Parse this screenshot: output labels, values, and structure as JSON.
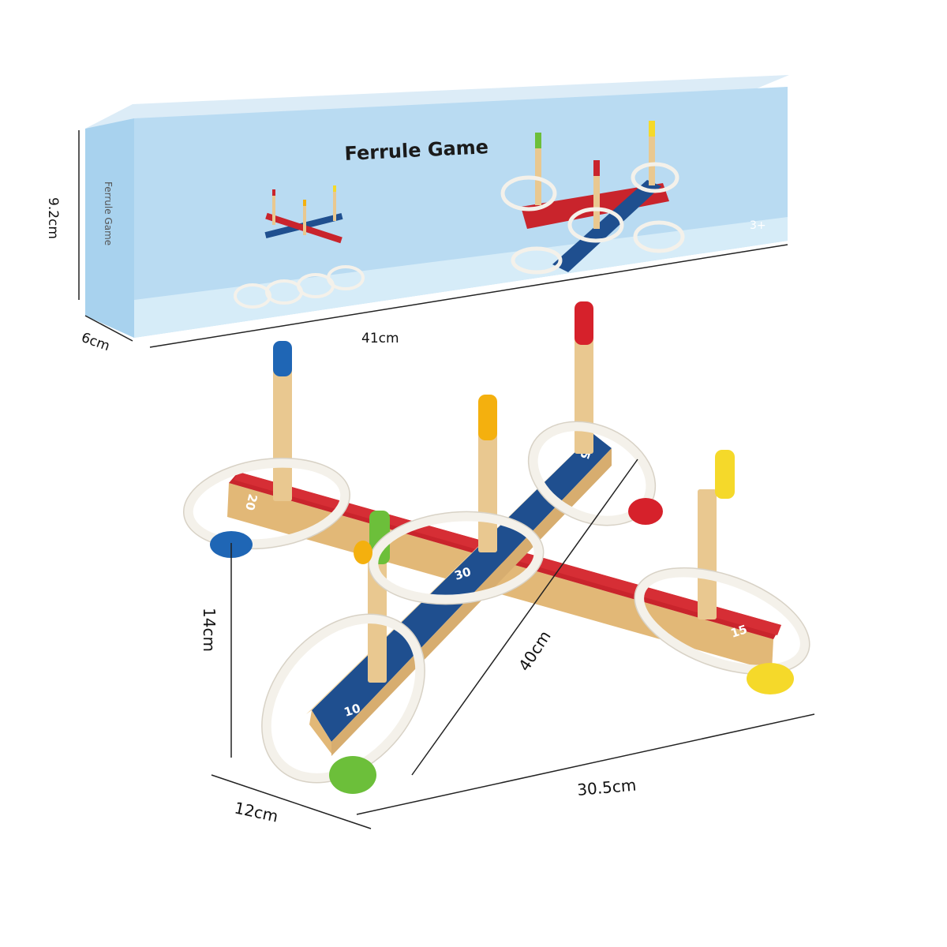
{
  "box": {
    "title": "Ferrule Game",
    "spine_text": "Ferrule Game",
    "age_badge": "3+"
  },
  "dimensions": {
    "box_height": "9.2cm",
    "box_depth": "6cm",
    "box_length": "41cm",
    "game_height": "14cm",
    "game_diagonal": "40cm",
    "game_width": "30.5cm",
    "game_depth": "12cm"
  },
  "board": {
    "scores": [
      "20",
      "25",
      "30",
      "15",
      "10"
    ]
  },
  "colors": {
    "box_blue": "#a9d3ee",
    "box_top": "#cfe6f6",
    "red_bar": "#c9242c",
    "blue_bar": "#1f4f8f",
    "wood": "#e9c890",
    "rope": "#f4f1ea",
    "peg_blue": "#1f66b5",
    "peg_red": "#d6212b",
    "peg_orange": "#f4b00e",
    "peg_yellow": "#f5d92a",
    "peg_green": "#6cbf3a"
  }
}
